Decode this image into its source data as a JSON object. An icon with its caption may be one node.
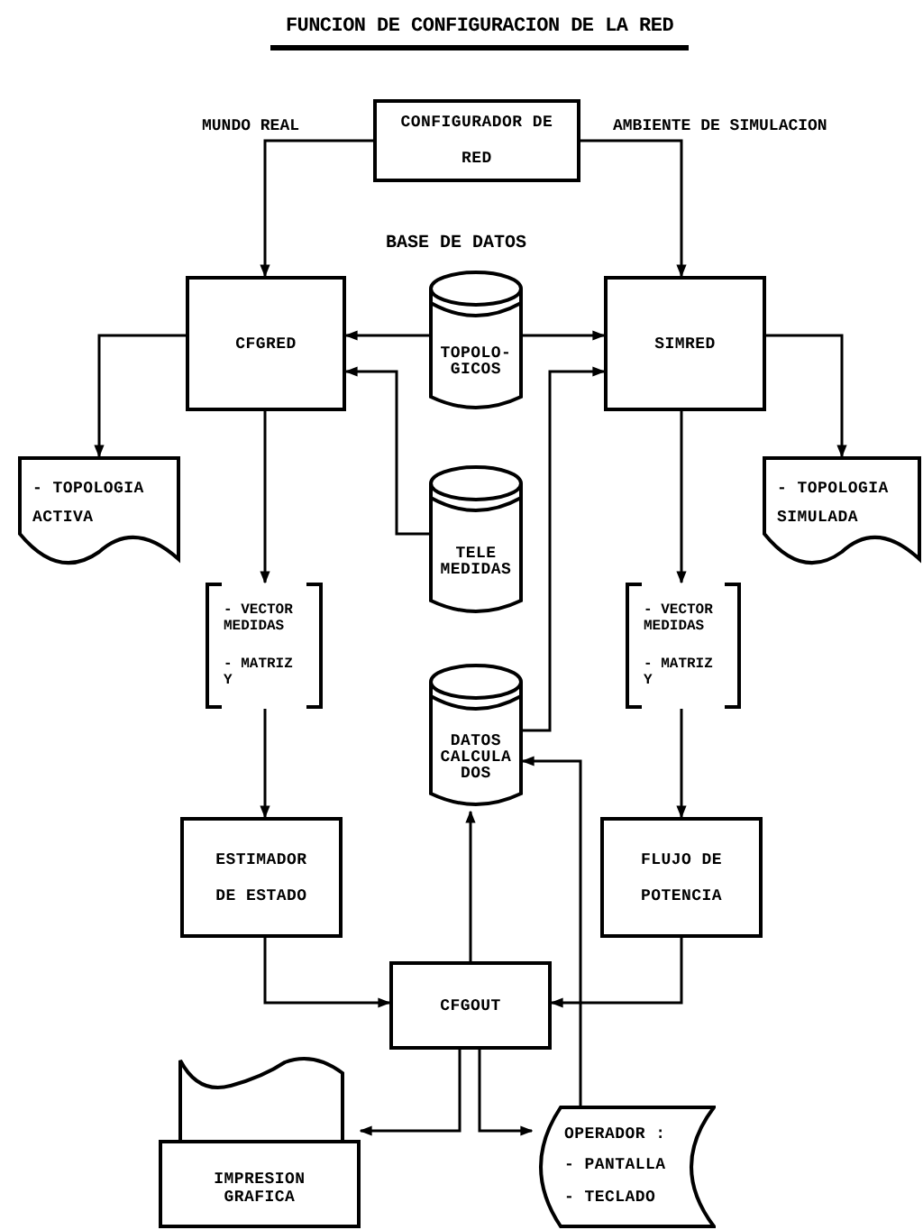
{
  "diagram": {
    "title": "FUNCION DE CONFIGURACION DE LA RED",
    "nodes": [
      {
        "text": [
          "CONFIGURADOR DE RED"
        ]
      },
      {
        "text": [
          "CFGRED"
        ]
      },
      {
        "text": [
          "TOPOLO- GICOS"
        ]
      },
      {
        "text": [
          "SIMRED"
        ]
      },
      {
        "text": [
          "- TOPOLOGIA ACTIVA"
        ]
      },
      {
        "text": [
          "- TOPOLOGIA SIMULADA"
        ]
      },
      {
        "text": [
          "TELE MEDIDAS"
        ]
      },
      {
        "text": [
          "- VECTOR MEDIDAS",
          "- MATRIZ Y"
        ]
      },
      {
        "text": [
          "- VECTOR MEDIDAS",
          "- MATRIZ Y"
        ]
      },
      {
        "text": [
          "DATOS CALCULA DOS"
        ]
      },
      {
        "text": [
          "ESTIMADOR DE ESTADO"
        ]
      },
      {
        "text": [
          "FLUJO DE POTENCIA"
        ]
      },
      {
        "text": [
          "CFGOUT"
        ]
      },
      {
        "text": [
          "IMPRESION GRAFICA"
        ]
      },
      {
        "text": [
          "OPERADOR :",
          "- PANTALLA",
          "- TECLADO"
        ]
      }
    ],
    "edges": [
      {
        "from": 0,
        "to": 1,
        "arrow": "to"
      },
      {
        "from": 0,
        "to": 3,
        "arrow": "to"
      },
      {
        "from": 2,
        "to": 1,
        "arrow": "to"
      },
      {
        "from": 2,
        "to": 3,
        "arrow": "to"
      },
      {
        "from": 6,
        "to": 1,
        "arrow": "to"
      },
      {
        "from": 9,
        "to": 3,
        "arrow": "to"
      },
      {
        "from": 1,
        "to": 4,
        "arrow": "to"
      },
      {
        "from": 3,
        "to": 5,
        "arrow": "to"
      },
      {
        "from": 1,
        "to": 7,
        "arrow": "to"
      },
      {
        "from": 7,
        "to": 10,
        "arrow": "to"
      },
      {
        "from": 3,
        "to": 8,
        "arrow": "to"
      },
      {
        "from": 8,
        "to": 11,
        "arrow": "to"
      },
      {
        "from": 10,
        "to": 12,
        "arrow": "to"
      },
      {
        "from": 11,
        "to": 12,
        "arrow": "to"
      },
      {
        "from": 12,
        "to": 9,
        "arrow": "to"
      },
      {
        "from": 14,
        "to": 9,
        "arrow": "to"
      },
      {
        "from": 12,
        "to": 13,
        "arrow": "to"
      },
      {
        "from": 12,
        "to": 14,
        "arrow": "to"
      }
    ],
    "labels": [
      "MUNDO REAL",
      "AMBIENTE DE SIMULACION",
      "BASE DE DATOS"
    ]
  }
}
